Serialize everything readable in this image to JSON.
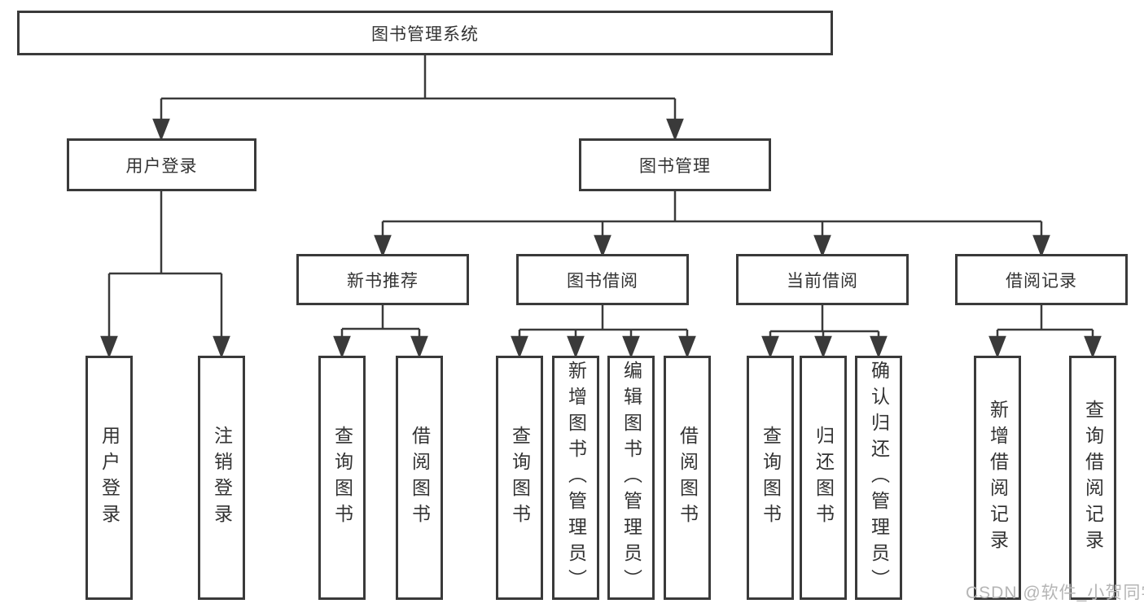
{
  "diagram": {
    "title": "图书管理系统",
    "tree": {
      "root": {
        "label": "图书管理系统"
      },
      "branches": [
        {
          "label": "用户登录",
          "children": [
            {
              "label": "用户登录"
            },
            {
              "label": "注销登录"
            }
          ]
        },
        {
          "label": "图书管理",
          "children": [
            {
              "label": "新书推荐",
              "children": [
                {
                  "label": "查询图书"
                },
                {
                  "label": "借阅图书"
                }
              ]
            },
            {
              "label": "图书借阅",
              "children": [
                {
                  "label": "查询图书"
                },
                {
                  "label": "新增图书（管理员）"
                },
                {
                  "label": "编辑图书（管理员）"
                },
                {
                  "label": "借阅图书"
                }
              ]
            },
            {
              "label": "当前借阅",
              "children": [
                {
                  "label": "查询图书"
                },
                {
                  "label": "归还图书"
                },
                {
                  "label": "确认归还（管理员）"
                }
              ]
            },
            {
              "label": "借阅记录",
              "children": [
                {
                  "label": "新增借阅记录"
                },
                {
                  "label": "查询借阅记录"
                }
              ]
            }
          ]
        }
      ]
    }
  },
  "watermark": {
    "text": "CSDN @软件_小贺同学"
  },
  "colors": {
    "line": "#3a3a3a",
    "box_border": "#3a3a3a",
    "box_fill": "#ffffff",
    "text": "#333333",
    "background": "#ffffff",
    "watermark": "#b5b5b5"
  }
}
